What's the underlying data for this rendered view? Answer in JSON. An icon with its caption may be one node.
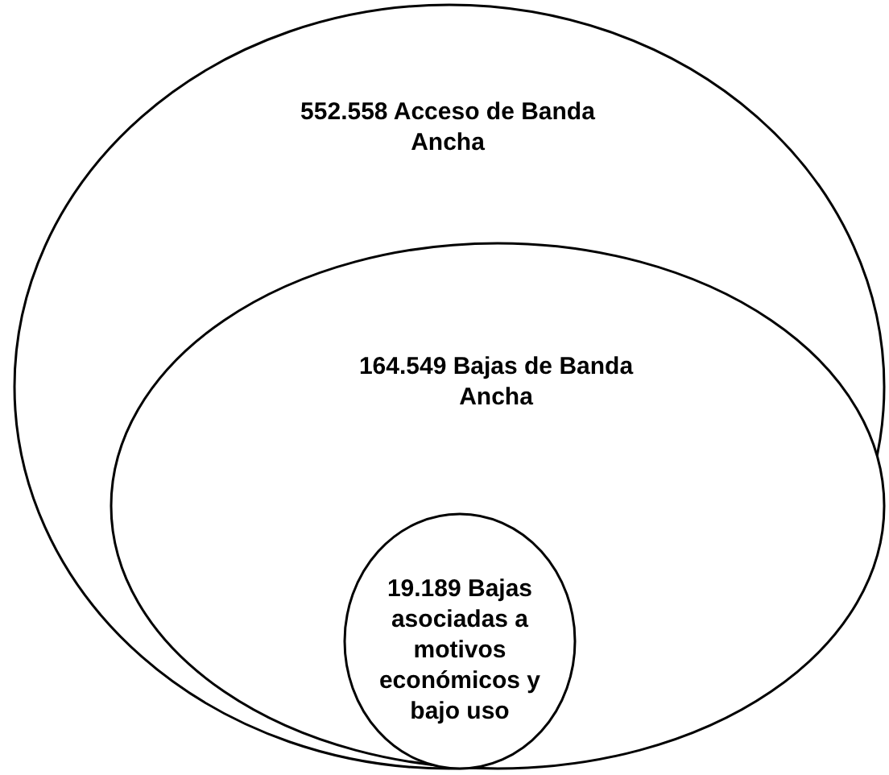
{
  "diagram": {
    "nodes": [
      {
        "text": [
          "552.558 Acceso de Banda Ancha"
        ]
      },
      {
        "text": [
          "164.549 Bajas de Banda Ancha"
        ],
        "in": 0
      },
      {
        "text": [
          "19.189 Bajas asociadas a motivos económicos y bajo uso"
        ],
        "in": 1
      }
    ]
  }
}
